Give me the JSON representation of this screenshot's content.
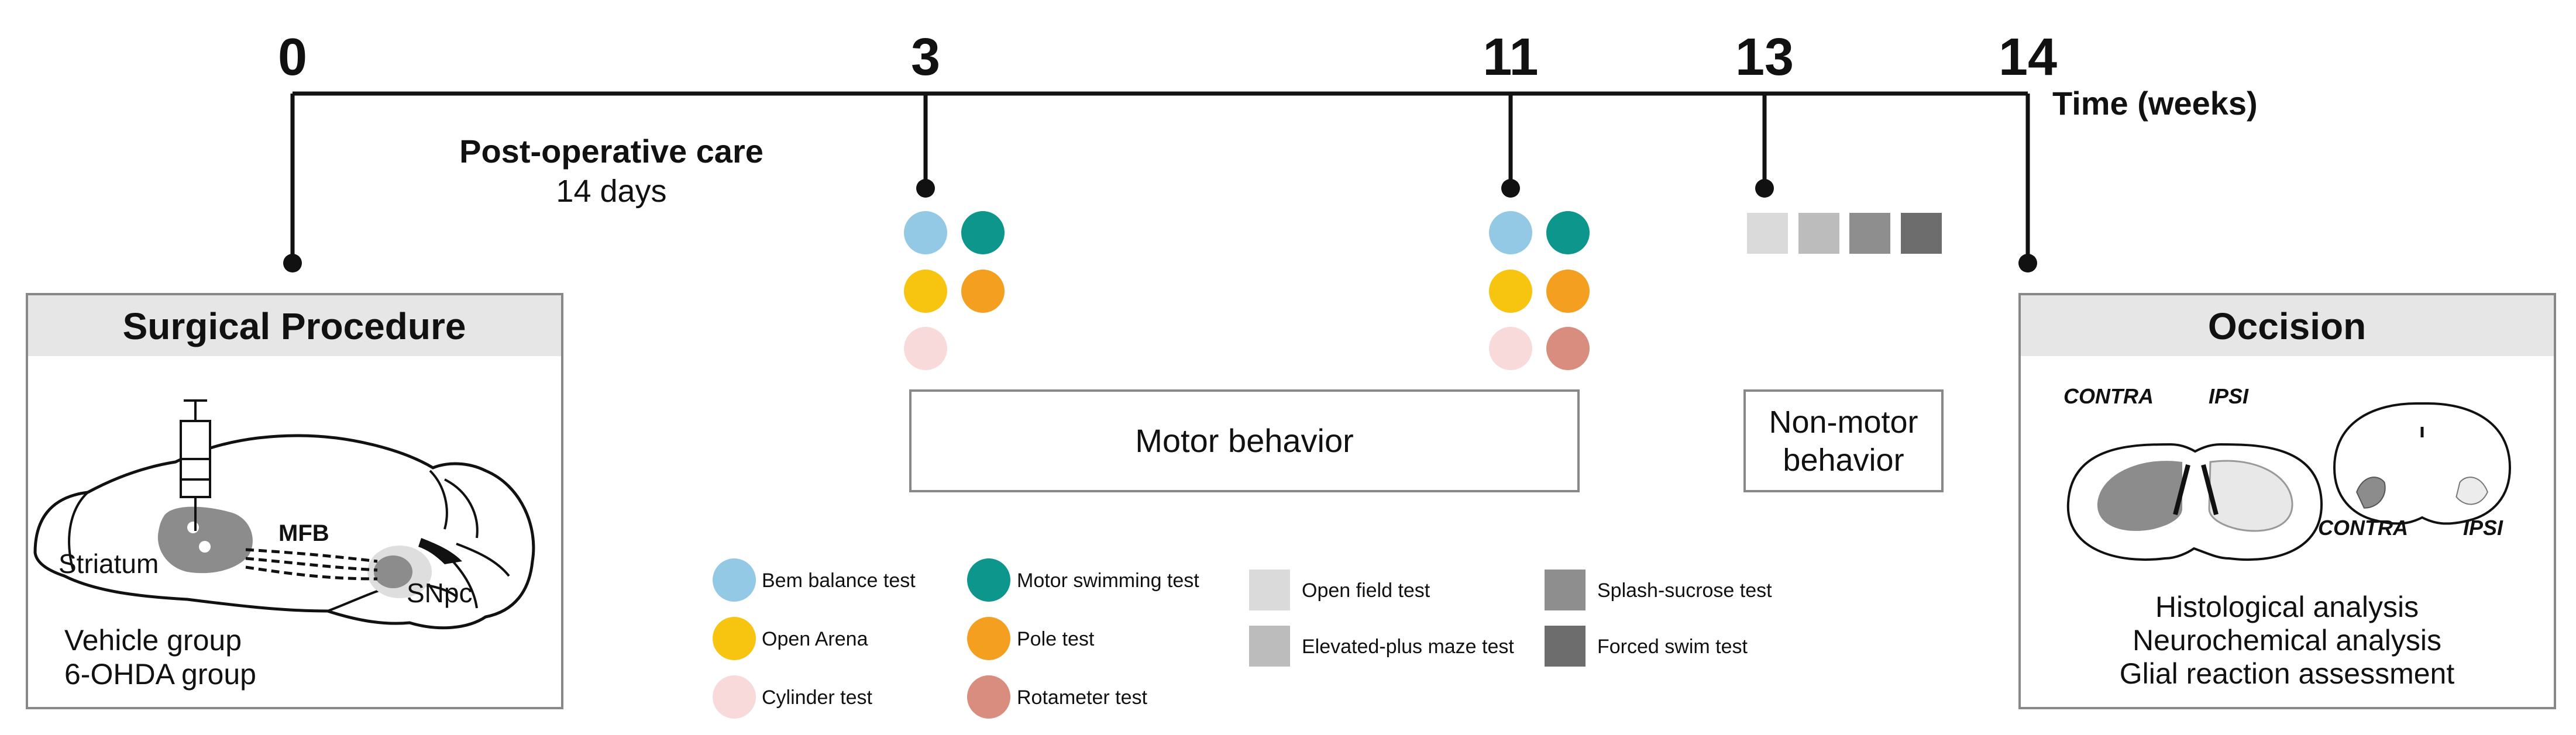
{
  "timeline": {
    "unit_label": "Time (weeks)",
    "ticks": [
      {
        "label": "0"
      },
      {
        "label": "3"
      },
      {
        "label": "11"
      },
      {
        "label": "13"
      },
      {
        "label": "14"
      }
    ],
    "post_op": {
      "title": "Post-operative care",
      "subtitle": "14 days"
    }
  },
  "surgical": {
    "title": "Surgical Procedure",
    "labels": {
      "striatum": "Striatum",
      "mfb": "MFB",
      "snpc": "SNpc"
    },
    "groups": [
      "Vehicle group",
      "6-OHDA group"
    ]
  },
  "motor_box": {
    "label": "Motor behavior"
  },
  "nonmotor_box": {
    "line1": "Non-motor",
    "line2": "behavior"
  },
  "occision": {
    "title": "Occision",
    "contra": "CONTRA",
    "ipsi": "IPSI",
    "analyses": [
      "Histological analysis",
      "Neurochemical analysis",
      "Glial reaction assessment"
    ]
  },
  "tests": {
    "bem": {
      "label": "Bem balance test",
      "color": "#93c9e4"
    },
    "swim": {
      "label": "Motor swimming test",
      "color": "#0c968c"
    },
    "arena": {
      "label": "Open Arena",
      "color": "#f7c40f"
    },
    "pole": {
      "label": "Pole test",
      "color": "#f59f21"
    },
    "cylinder": {
      "label": "Cylinder test",
      "color": "#f9dadb"
    },
    "rotameter": {
      "label": "Rotameter test",
      "color": "#d88d7e"
    },
    "openfield": {
      "label": "Open field test",
      "color": "#dadada"
    },
    "maze": {
      "label": "Elevated-plus maze test",
      "color": "#bcbcbc"
    },
    "splash": {
      "label": "Splash-sucrose test",
      "color": "#8e8e8e"
    },
    "forced": {
      "label": "Forced swim test",
      "color": "#6d6d6d"
    }
  }
}
